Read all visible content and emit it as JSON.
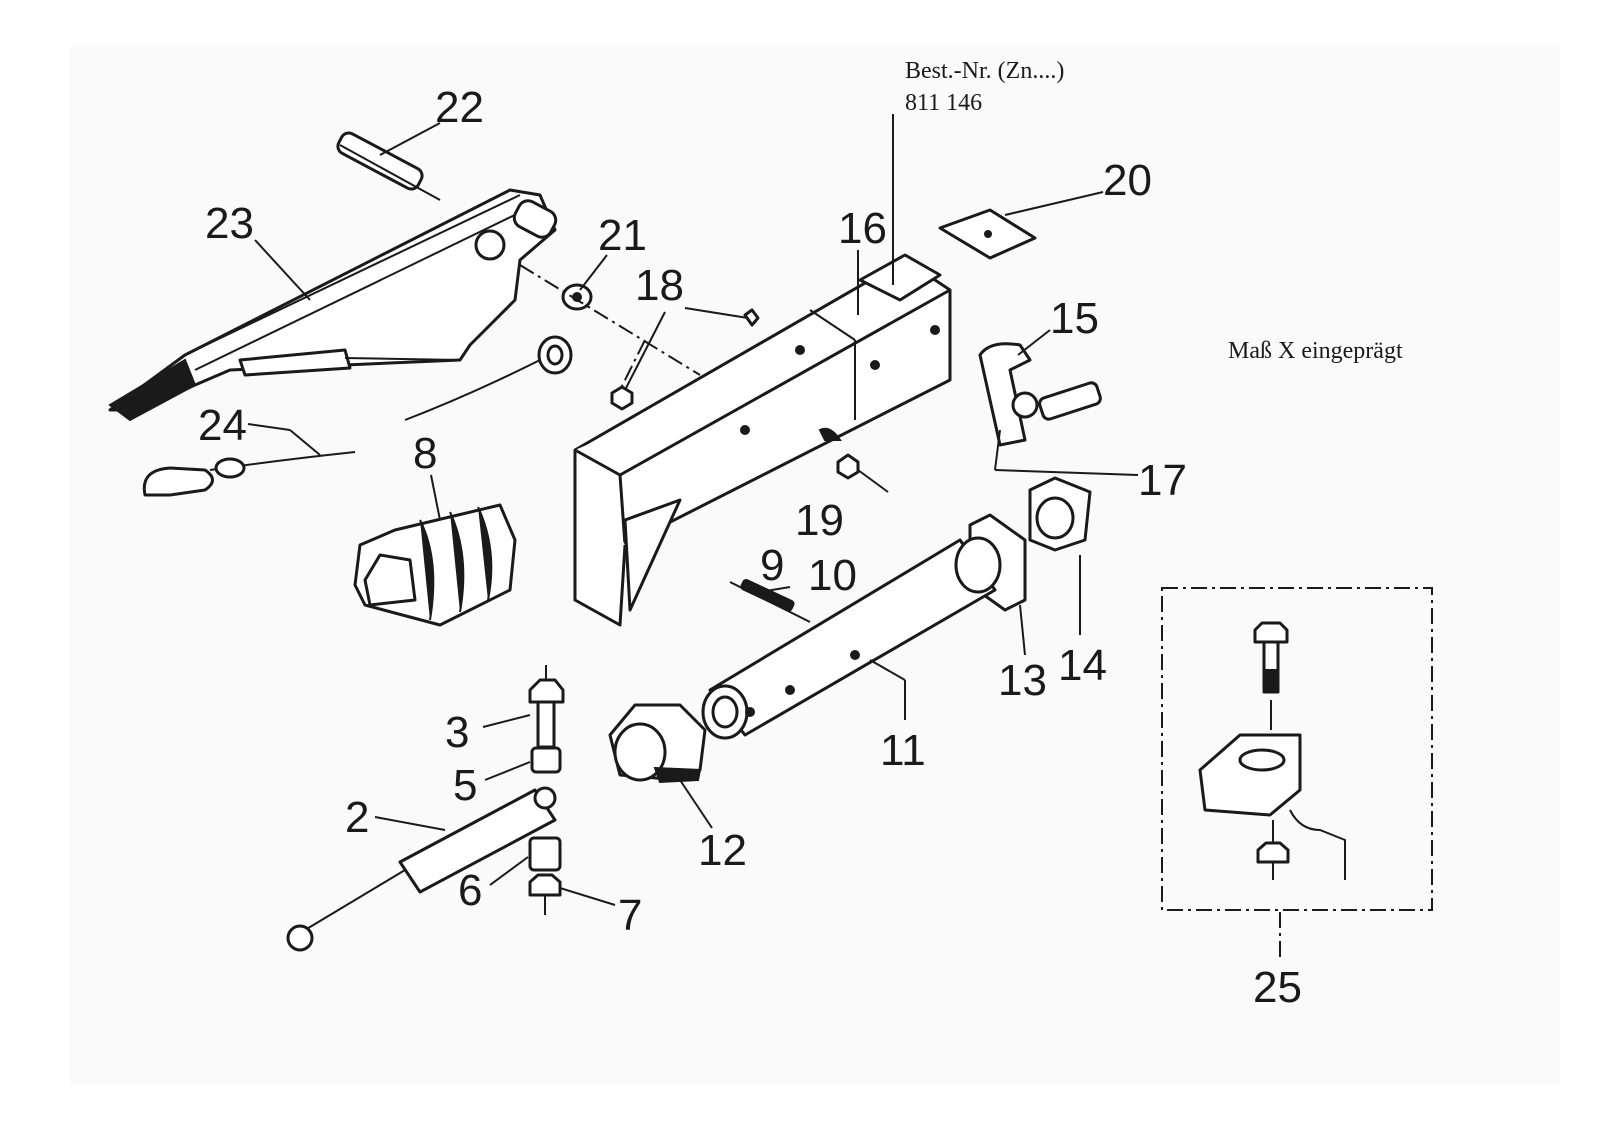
{
  "note_order": {
    "line1": "Best.-Nr. (Zn....)",
    "line2": "811 146"
  },
  "note_mass": "Maß X eingeprägt",
  "callouts": {
    "c2": "2",
    "c3": "3",
    "c5": "5",
    "c6": "6",
    "c7": "7",
    "c8": "8",
    "c9": "9",
    "c10": "10",
    "c11": "11",
    "c12": "12",
    "c13": "13",
    "c14": "14",
    "c15": "15",
    "c16": "16",
    "c17": "17",
    "c18": "18",
    "c19": "19",
    "c20": "20",
    "c21": "21",
    "c22": "22",
    "c23": "23",
    "c24": "24",
    "c25": "25"
  }
}
